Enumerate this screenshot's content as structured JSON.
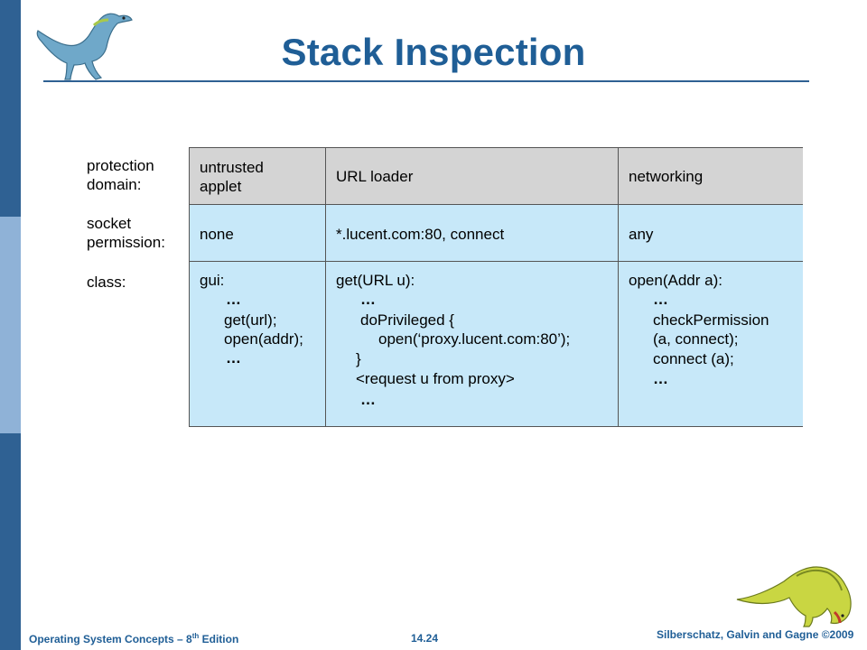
{
  "title": "Stack Inspection",
  "row_labels": {
    "protection_domain": [
      "protection",
      "domain:"
    ],
    "socket_permission": [
      "socket",
      "permission:"
    ],
    "class": "class:"
  },
  "headers": {
    "col1": [
      "untrusted",
      "applet"
    ],
    "col2": "URL loader",
    "col3": "networking"
  },
  "permissions": {
    "col1": "none",
    "col2": "*.lucent.com:80, connect",
    "col3": "any"
  },
  "code": {
    "col1": [
      "gui:",
      "…",
      "get(url);",
      "open(addr);",
      "…"
    ],
    "col2": [
      "get(URL u):",
      "…",
      "doPrivileged {",
      "open(‘proxy.lucent.com:80’);",
      "}",
      "<request u from proxy>",
      "…"
    ],
    "col3": [
      "open(Addr a):",
      "…",
      "checkPermission",
      "(a, connect);",
      "connect (a);",
      "…"
    ]
  },
  "footer": {
    "left_main": "Operating System Concepts – 8",
    "left_sup": "th",
    "left_tail": " Edition",
    "page": "14.24",
    "right": "Silberschatz, Galvin and Gagne ©2009"
  },
  "colors": {
    "accent": "#1f5e96",
    "header_cell": "#d4d4d4",
    "body_cell": "#c7e8f9"
  }
}
